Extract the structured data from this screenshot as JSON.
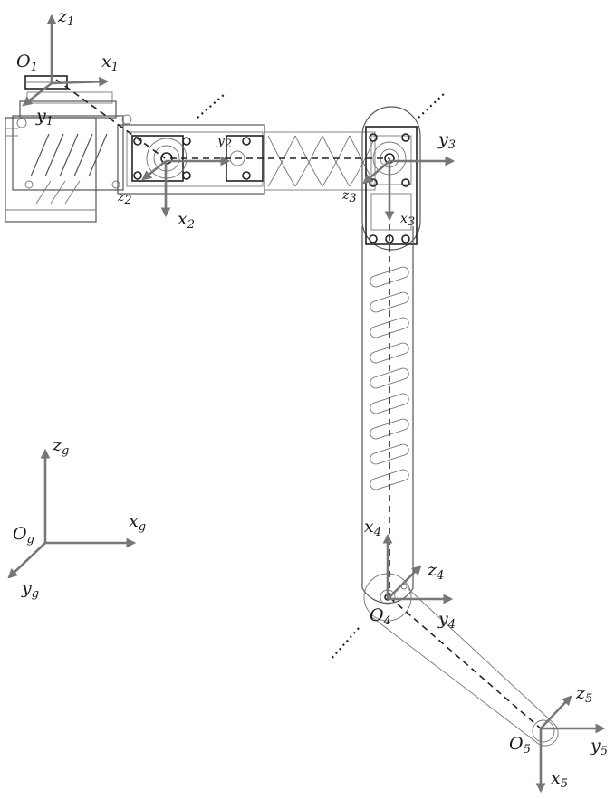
{
  "frames": [
    {
      "id": "1",
      "origin": {
        "main": "O",
        "sub": "1"
      },
      "x": {
        "main": "x",
        "sub": "1"
      },
      "y": {
        "main": "y",
        "sub": "1"
      },
      "z": {
        "main": "z",
        "sub": "1"
      }
    },
    {
      "id": "2",
      "x": {
        "main": "x",
        "sub": "2"
      },
      "y": {
        "main": "y",
        "sub": "2"
      },
      "z": {
        "main": "z",
        "sub": "2"
      }
    },
    {
      "id": "3",
      "y": {
        "main": "y",
        "sub": "3"
      },
      "z": {
        "main": "z",
        "sub": "3"
      },
      "x": {
        "main": "x",
        "sub": "3"
      }
    },
    {
      "id": "4",
      "origin": {
        "main": "O",
        "sub": "4"
      },
      "x": {
        "main": "x",
        "sub": "4"
      },
      "y": {
        "main": "y",
        "sub": "4"
      },
      "z": {
        "main": "z",
        "sub": "4"
      }
    },
    {
      "id": "5",
      "origin": {
        "main": "O",
        "sub": "5"
      },
      "x": {
        "main": "x",
        "sub": "5"
      },
      "y": {
        "main": "y",
        "sub": "5"
      },
      "z": {
        "main": "z",
        "sub": "5"
      }
    },
    {
      "id": "g",
      "origin": {
        "main": "O",
        "sub": "g"
      },
      "x": {
        "main": "x",
        "sub": "g"
      },
      "y": {
        "main": "y",
        "sub": "g"
      },
      "z": {
        "main": "z",
        "sub": "g"
      }
    }
  ],
  "colors": {
    "axis_arrow": "#777777",
    "linkage_dash": "#222222",
    "outline": "#555555",
    "text": "#1a1a1a"
  }
}
